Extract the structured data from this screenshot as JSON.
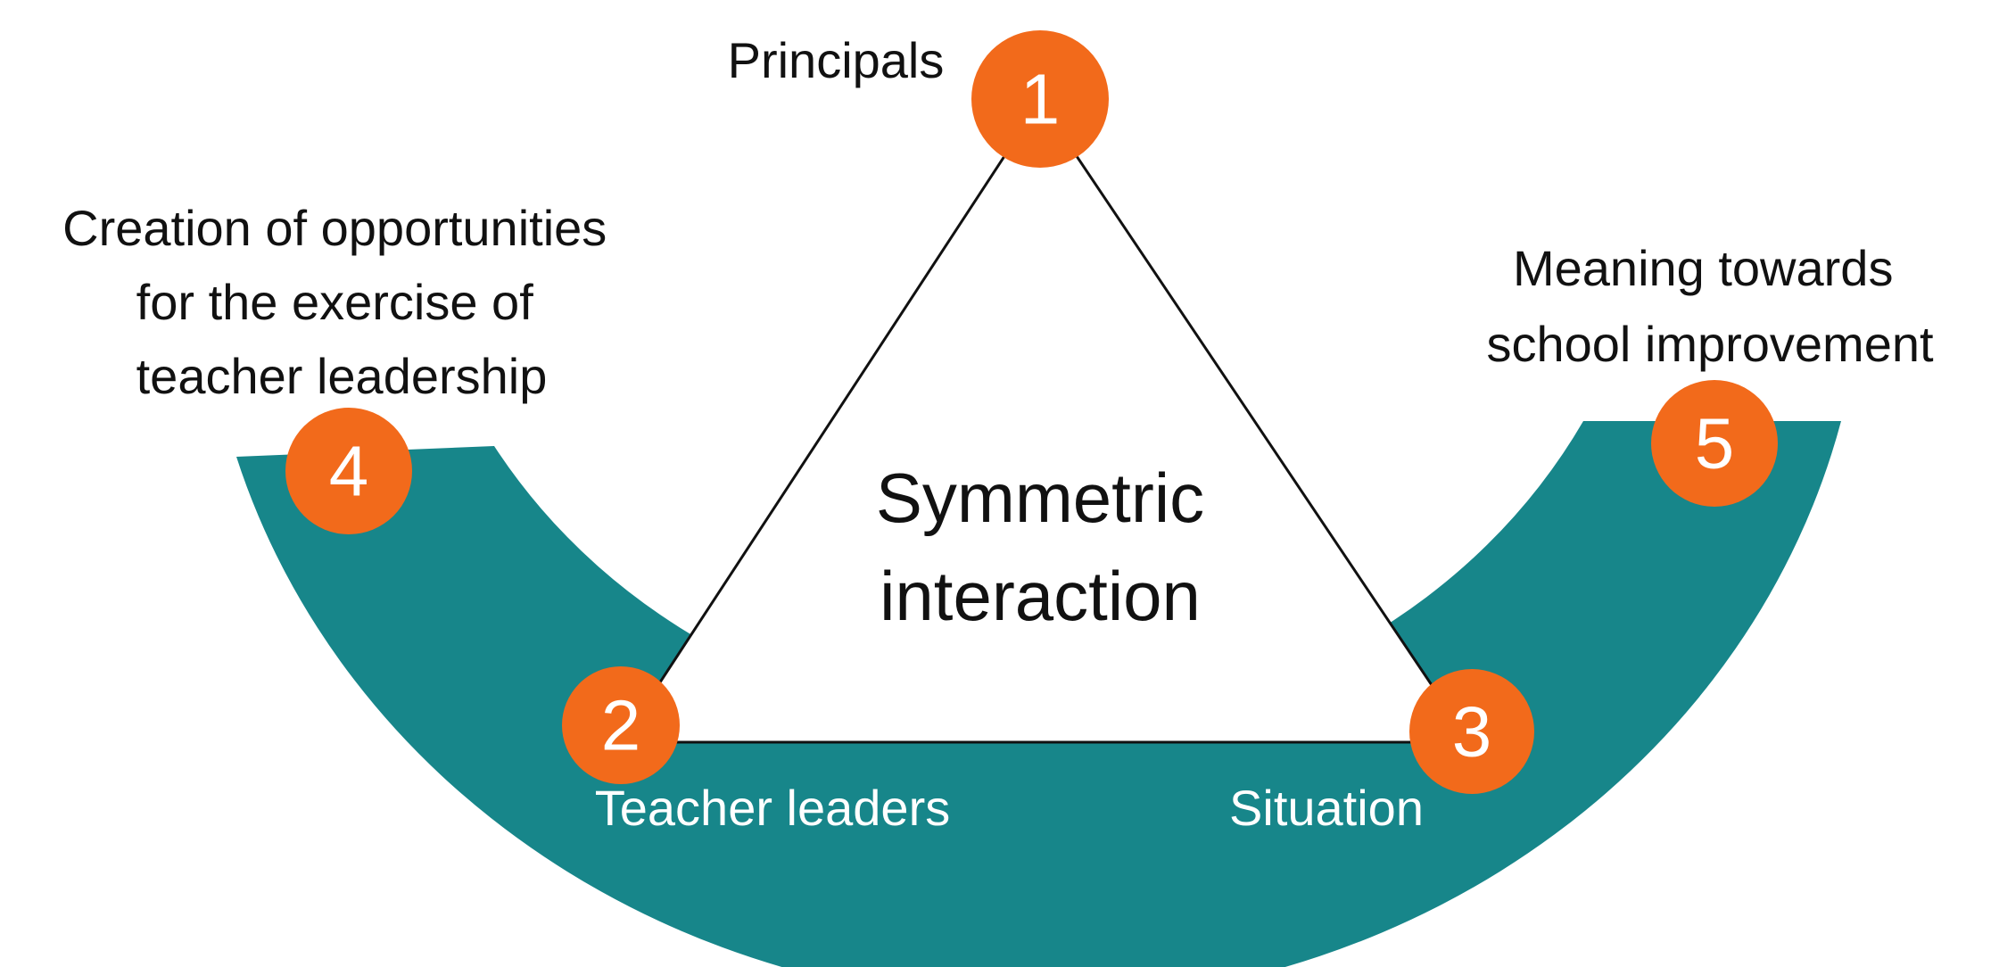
{
  "colors": {
    "band": "#17868a",
    "node": "#f26a1b",
    "node_text": "#ffffff",
    "text": "#111111",
    "background": "#ffffff"
  },
  "center": {
    "line1": "Symmetric",
    "line2": "interaction"
  },
  "nodes": {
    "n1": {
      "number": "1",
      "label": "Principals"
    },
    "n2": {
      "number": "2",
      "label": "Teacher leaders"
    },
    "n3": {
      "number": "3",
      "label": "Situation"
    },
    "n4": {
      "number": "4",
      "label_lines": [
        "Creation of opportunities",
        "for the exercise of",
        "teacher leadership"
      ]
    },
    "n5": {
      "number": "5",
      "label_lines": [
        "Meaning towards",
        "school improvement"
      ]
    }
  }
}
